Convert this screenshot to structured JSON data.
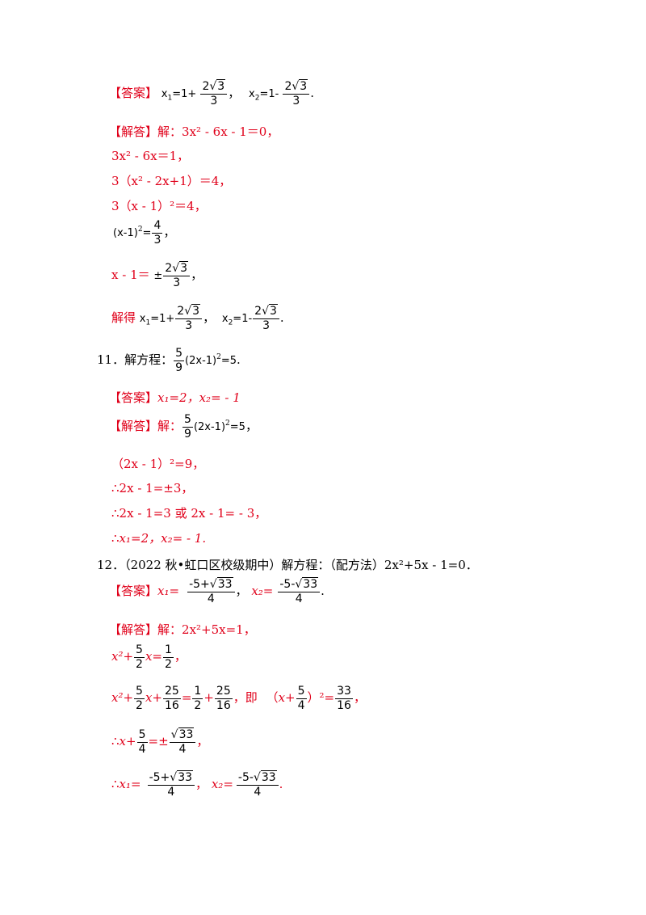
{
  "labels": {
    "answer": "【答案】",
    "solution": "【解答】",
    "solve_word": "解：",
    "jiede": "解得",
    "ji": "即",
    "therefore": "∴",
    "or": "或"
  },
  "p10": {
    "ans_x1_lhs": "x",
    "ans_x1_mid": "=1+",
    "num": "2√3",
    "sqrt_coef": "2",
    "sqrt_rad": "3",
    "den": "3",
    "ans_x2_lhs": "x",
    "ans_x2_mid": "=1-",
    "l1": "3x² - 6x - 1＝0，",
    "l2": "3x² - 6x＝1，",
    "l3": "3（x² - 2x+1）＝4，",
    "l4": "3（x - 1）²＝4，",
    "l5_lhs": "(x-1)",
    "l5_eq": "=",
    "l5_num": "4",
    "l5_den": "3",
    "l5_end": "，",
    "l6_lhs": "x - 1＝",
    "pm": "±",
    "comma": "，",
    "period": "."
  },
  "q11": {
    "number": "11．",
    "prompt": "解方程：",
    "eq_num": "5",
    "eq_den": "9",
    "eq_rest": "(2x-1)",
    "eq_sq": "2",
    "eq_end": "=5",
    "answer": "x₁=2，x₂= - 1",
    "l2": "（2x - 1）²=9，",
    "l3": "2x - 1=±3，",
    "l4a": "2x - 1=3",
    "l4b": "2x - 1= - 3，",
    "l5": "x₁=2，x₂= - 1."
  },
  "q12": {
    "number": "12．",
    "prompt": "（2022 秋•虹口区校级期中）解方程：（配方法）2x²+5x - 1=0．",
    "ans_x1": "x₁=",
    "ans_x2": "x₂=",
    "n1_pre": "-5+",
    "n2_pre": "-5-",
    "rad": "33",
    "den4": "4",
    "l1": "2x²+5x=1，",
    "f52n": "5",
    "f52d": "2",
    "f12n": "1",
    "f12d": "2",
    "f2516n": "25",
    "f2516d": "16",
    "f3316n": "33",
    "f3316d": "16",
    "f54n": "5",
    "f54d": "4",
    "x2plus": "x²+",
    "x_eq": "x=",
    "x_plus": "x+",
    "eq": "=",
    "plus": "+",
    "eq_pm": "=±"
  }
}
